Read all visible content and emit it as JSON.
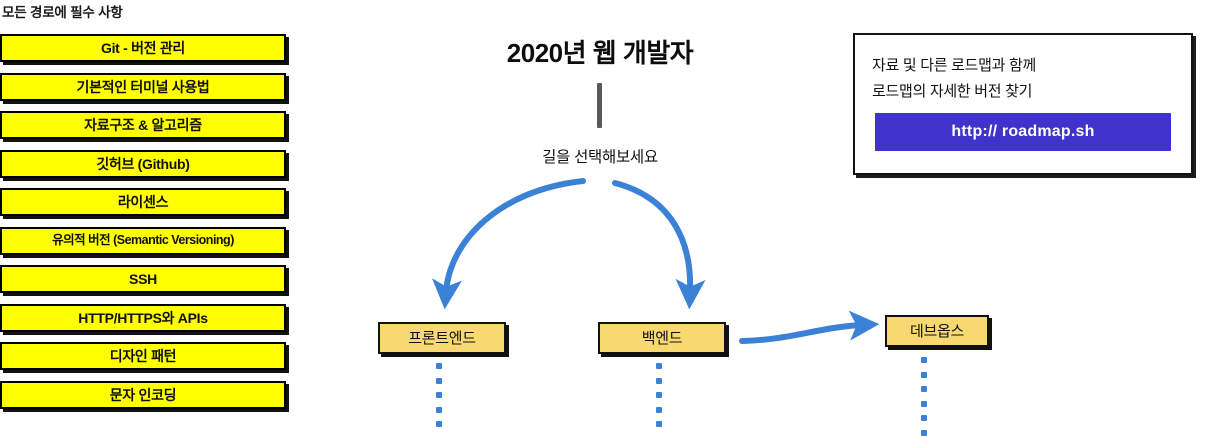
{
  "diagram": {
    "title": "2020년 웹 개발자",
    "choose_path_text": "길을 선택해보세요"
  },
  "prerequisites": {
    "header": "모든 경로에 필수 사항",
    "items": [
      {
        "label": "Git - 버전 관리"
      },
      {
        "label": "기본적인 터미널 사용법"
      },
      {
        "label": "자료구조 & 알고리즘"
      },
      {
        "label": "깃허브 (Github)"
      },
      {
        "label": "라이센스"
      },
      {
        "label": "유의적 버전 (Semantic Versioning)"
      },
      {
        "label": "SSH"
      },
      {
        "label": "HTTP/HTTPS와 APIs"
      },
      {
        "label": "디자인 패턴"
      },
      {
        "label": "문자 인코딩"
      }
    ]
  },
  "tracks": [
    {
      "label": "프론트엔드"
    },
    {
      "label": "백엔드"
    },
    {
      "label": "데브옵스"
    }
  ],
  "info_card": {
    "line_1": "자료 및 다른 로드맵과 함께",
    "line_2": "로드맵의 자세한 버전 찾기",
    "link_label": "http:// roadmap.sh"
  },
  "colors": {
    "prerequisite_fill": "#FFFF00",
    "track_fill": "#F8D870",
    "arrow_blue": "#3B82D6",
    "link_button": "#3F33CC",
    "outline": "#111111",
    "stem_gray": "#5A5A5A"
  }
}
